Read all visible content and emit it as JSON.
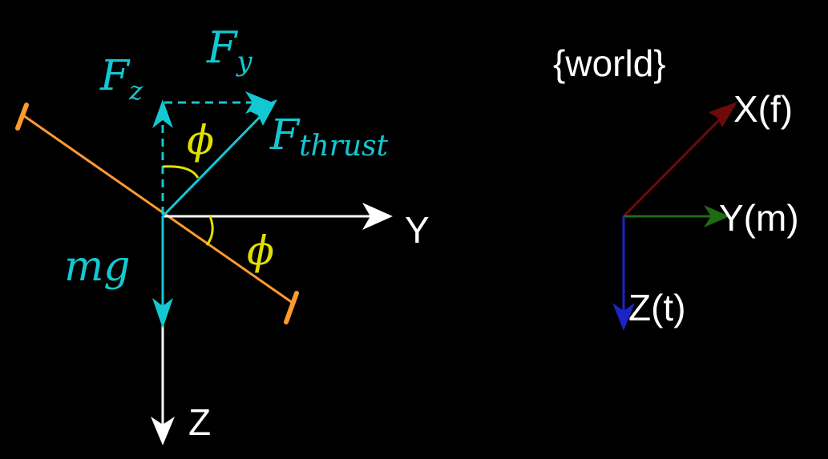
{
  "colors": {
    "background": "#000000",
    "axes": "#ffffff",
    "force": "#13c8d2",
    "angle": "#e0e000",
    "body": "#ff9a2e",
    "frame_x": "#6e0a0a",
    "frame_y": "#1f6a12",
    "frame_z": "#1c23c7"
  },
  "labels": {
    "fy": "F",
    "fy_sub": "y",
    "fz": "F",
    "fz_sub": "z",
    "fthrust": "F",
    "fthrust_sub": "thrust",
    "mg": "mg",
    "phi": "ϕ",
    "axis_y": "Y",
    "axis_z": "Z",
    "world_title": "{world}",
    "world_x": "X(f)",
    "world_y": "Y(m)",
    "world_z": "Z(t)"
  }
}
